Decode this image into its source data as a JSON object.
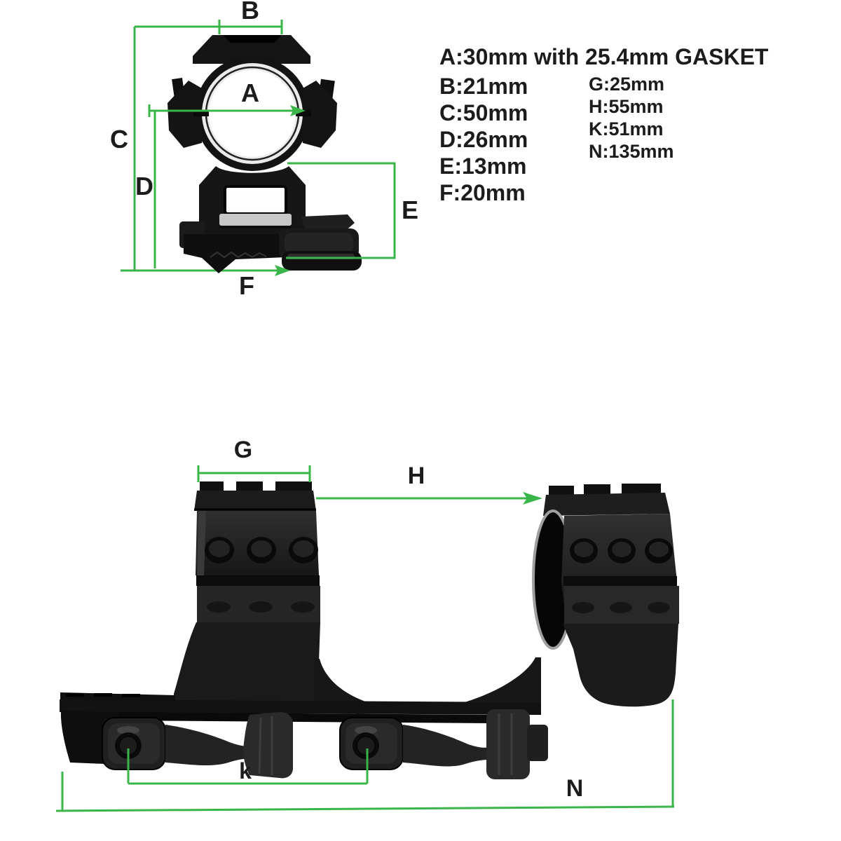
{
  "specs": {
    "headline": "A:30mm with 25.4mm GASKET",
    "left_column": [
      "B:21mm",
      "C:50mm",
      "D:26mm",
      "E:13mm",
      "F:20mm"
    ],
    "right_column": [
      "G:25mm",
      "H:55mm",
      "K:51mm",
      "N:135mm"
    ]
  },
  "front_view": {
    "description": "scope ring clamp, front view with dimension callouts",
    "labels": {
      "a": "A",
      "b": "B",
      "c": "C",
      "d": "D",
      "e": "E",
      "f": "F"
    }
  },
  "side_view": {
    "description": "cantilever dual-ring scope mount, side view with dimension callouts",
    "labels": {
      "g": "G",
      "h": "H",
      "k": "k",
      "n": "N"
    }
  },
  "colors": {
    "background": "#ffffff",
    "dimension_line": "#3ab54a",
    "label_text": "#1c1c1c",
    "product_black": "#1a1a1a",
    "ring_chrome": "#ebebeb"
  }
}
